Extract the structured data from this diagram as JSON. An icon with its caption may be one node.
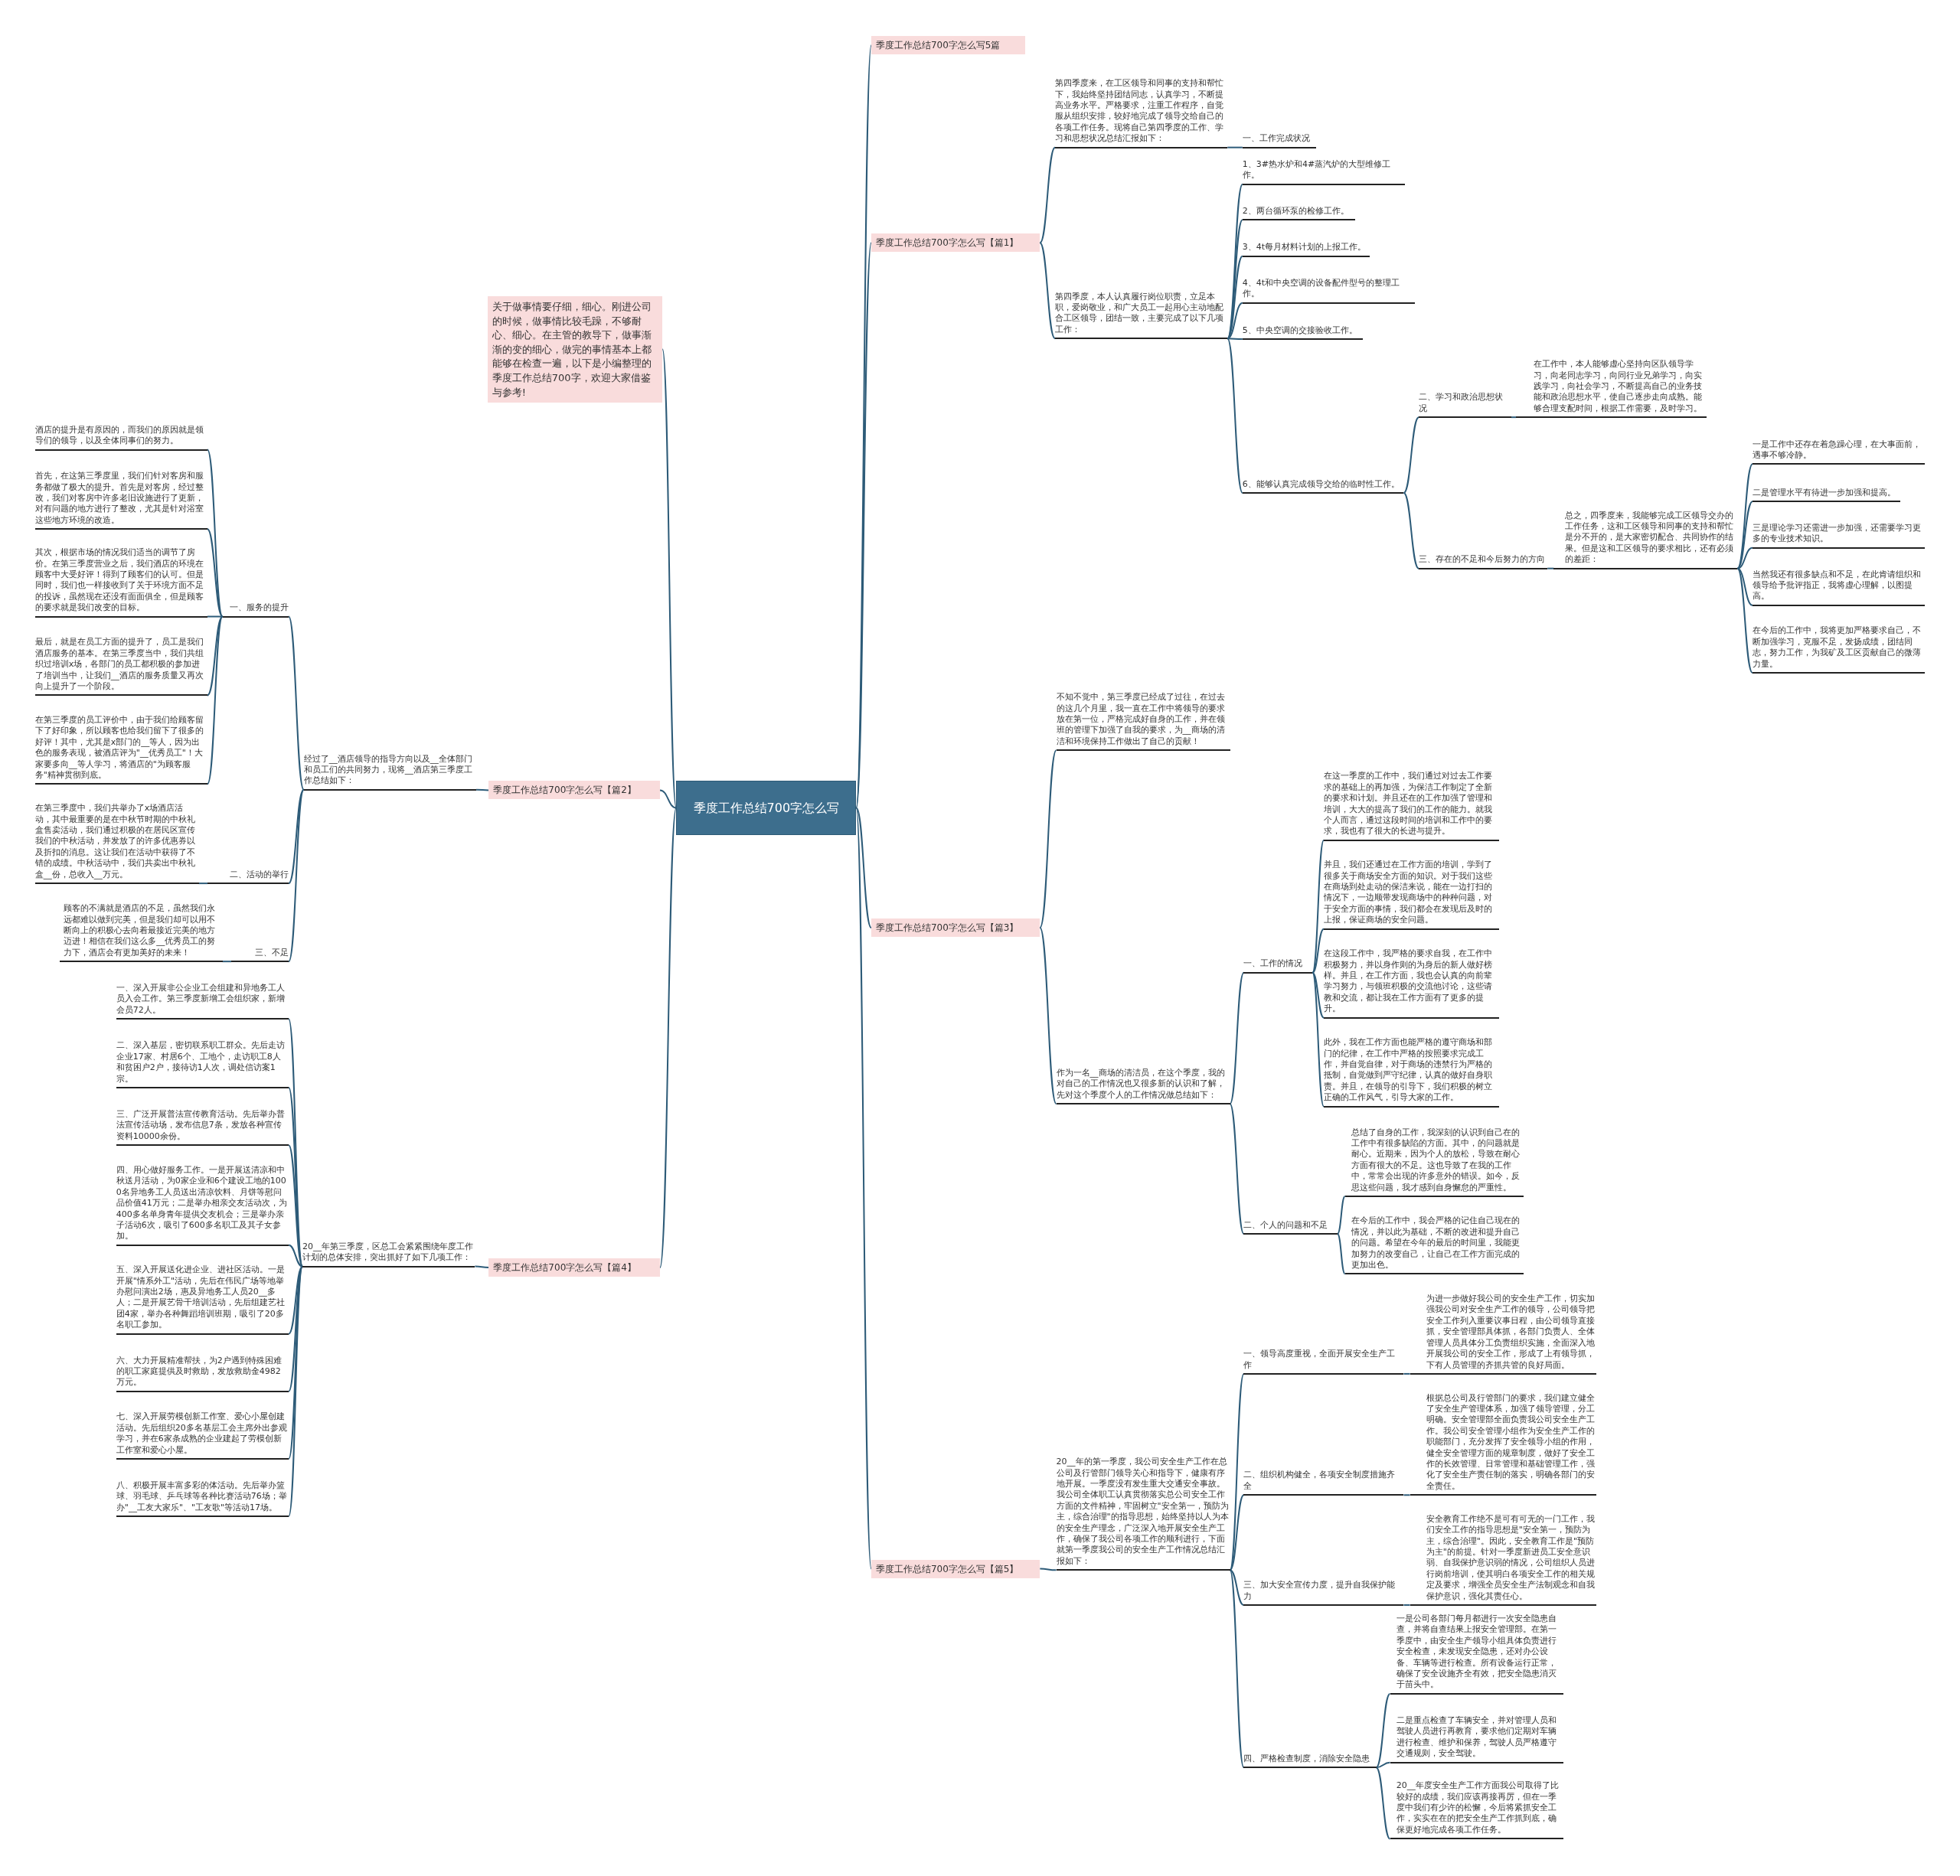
{
  "diagram": {
    "nodes": [
      {
        "text": [
          "季度工作总结700字怎么写"
        ]
      },
      {
        "text": [
          "季度工作总结700字怎么写5篇"
        ]
      },
      {
        "text": [
          "关于做事情要仔细，细心。刚进公司的时候，做事情比较毛躁，不够耐心、细心。在主管的教导下，做事渐渐的变的细心，做完的事情基本上都能够在检查一遍，以下是小编整理的季度工作总结700字，欢迎大家借鉴与参考!"
        ]
      },
      {
        "text": [
          "季度工作总结700字怎么写【篇1】"
        ]
      },
      {
        "text": [
          "季度工作总结700字怎么写【篇2】"
        ]
      },
      {
        "text": [
          "季度工作总结700字怎么写【篇3】"
        ]
      },
      {
        "text": [
          "季度工作总结700字怎么写【篇4】"
        ]
      },
      {
        "text": [
          "季度工作总结700字怎么写【篇5】"
        ]
      },
      {
        "text": [
          "第四季度来，在工区领导和同事的支持和帮忙下，我始终坚持团结同志，认真学习，不断提高业务水平。严格要求，注重工作程序，自觉服从组织安排，较好地完成了领导交给自己的各项工作任务。现将自己第四季度的工作、学习和思想状况总结汇报如下："
        ]
      },
      {
        "text": [
          "一、工作完成状况"
        ]
      },
      {
        "text": [
          "第四季度，本人认真履行岗位职责，立足本职，爱岗敬业，和广大员工一起用心主动地配合工区领导，团结一致，主要完成了以下几项工作："
        ]
      },
      {
        "text": [
          "1、3#热水炉和4#蒸汽炉的大型维修工作。"
        ]
      },
      {
        "text": [
          "2、两台循环泵的检修工作。"
        ]
      },
      {
        "text": [
          "3、4t每月材料计划的上报工作。"
        ]
      },
      {
        "text": [
          "4、4t和中央空调的设备配件型号的整理工作。"
        ]
      },
      {
        "text": [
          "5、中央空调的交接验收工作。"
        ]
      },
      {
        "text": [
          "6、能够认真完成领导交给的临时性工作。"
        ]
      },
      {
        "text": [
          "二、学习和政治思想状况"
        ]
      },
      {
        "text": [
          "在工作中，本人能够虚心坚持向区队领导学习，向老同志学习，向同行业兄弟学习，向实践学习，向社会学习，不断提高自己的业务技能和政治思想水平，使自己逐步走向成熟。能够合理支配时间，根据工作需要，及时学习。"
        ]
      },
      {
        "text": [
          "三、存在的不足和今后努力的方向"
        ]
      },
      {
        "text": [
          "总之，四季度来，我能够完成工区领导交办的工作任务，这和工区领导和同事的支持和帮忙是分不开的，是大家密切配合、共同协作的结果。但是这和工区领导的要求相比，还有必须的差距："
        ]
      },
      {
        "text": [
          "一是工作中还存在着急躁心理，在大事面前，遇事不够冷静。"
        ]
      },
      {
        "text": [
          "二是管理水平有待进一步加强和提高。"
        ]
      },
      {
        "text": [
          "三是理论学习还需进一步加强，还需要学习更多的专业技术知识。"
        ]
      },
      {
        "text": [
          "当然我还有很多缺点和不足，在此肯请组织和领导给予批评指正，我将虚心理解，以图提高。"
        ]
      },
      {
        "text": [
          "在今后的工作中，我将更加严格要求自己，不断加强学习，克服不足，发扬成绩，团结同志，努力工作，为我矿及工区贡献自己的微薄力量。"
        ]
      },
      {
        "text": [
          "经过了__酒店领导的指导方向以及__全体部门和员工们的共同努力，现将__酒店第三季度工作总结如下："
        ]
      },
      {
        "text": [
          "一、服务的提升"
        ]
      },
      {
        "text": [
          "酒店的提升是有原因的，而我们的原因就是领导们的领导，以及全体同事们的努力。"
        ]
      },
      {
        "text": [
          "首先，在这第三季度里，我们们针对客房和服务都做了极大的提升。首先是对客房，经过整改，我们对客房中许多老旧设施进行了更新，对有问题的地方进行了整改，尤其是针对浴室这些地方环境的改造。"
        ]
      },
      {
        "text": [
          "其次，根据市场的情况我们适当的调节了房价。在第三季度营业之后，我们酒店的环境在顾客中大受好评！得到了顾客们的认可。但是同时，我们也一样接收到了关于环境方面不足的投诉，虽然现在还没有面面俱全，但是顾客的要求就是我们改变的目标。"
        ]
      },
      {
        "text": [
          "最后，就是在员工方面的提升了，员工是我们酒店服务的基本。在第三季度当中，我们共组织过培训x场，各部门的员工都积极的参加进了培训当中，让我们__酒店的服务质量又再次向上提升了一个阶段。"
        ]
      },
      {
        "text": [
          "在第三季度的员工评价中，由于我们给顾客留下了好印象，所以顾客也给我们留下了很多的好评！其中，尤其是x部门的__等人，因为出色的服务表现，被酒店评为\"__优秀员工\"！大家要多向__等人学习，将酒店的\"为顾客服务\"精神贯彻到底。"
        ]
      },
      {
        "text": [
          "二、活动的举行"
        ]
      },
      {
        "text": [
          "在第三季度中，我们共举办了x场酒店活动，其中最重要的是在中秋节时期的中秋礼盒售卖活动，我们通过积极的在居民区宣传我们的中秋活动，并发放了的许多优惠券以及折扣的消息。这让我们在活动中获得了不错的成绩。中秋活动中，我们共卖出中秋礼盒__份，总收入__万元。"
        ]
      },
      {
        "text": [
          "三、不足"
        ]
      },
      {
        "text": [
          "顾客的不满就是酒店的不足，虽然我们永远都难以做到完美，但是我们却可以用不断向上的积极心去向着最接近完美的地方迈进！相信在我们这么多__优秀员工的努力下，酒店会有更加美好的未来！"
        ]
      },
      {
        "text": [
          "20__年第三季度，区总工会紧紧围绕年度工作计划的总体安排，突出抓好了如下几项工作："
        ]
      },
      {
        "text": [
          "一、深入开展非公企业工会组建和异地务工人员入会工作。第三季度新增工会组织家，新增会员72人。"
        ]
      },
      {
        "text": [
          "二、深入基层，密切联系职工群众。先后走访企业17家、村居6个、工地个，走访职工8人和贫困户2户，接待访1人次，调处信访案1宗。"
        ]
      },
      {
        "text": [
          "三、广泛开展普法宣传教育活动。先后举办普法宣传活动场，发布信息7条，发放各种宣传资料10000余份。"
        ]
      },
      {
        "text": [
          "四、用心做好服务工作。一是开展送清凉和中秋送月活动，为0家企业和6个建设工地的1000名异地务工人员送出清凉饮料、月饼等慰问品价值41万元；二是举办相亲交友活动次，为400多名单身青年提供交友机会；三是举办亲子活动6次，吸引了600多名职工及其子女参加。"
        ]
      },
      {
        "text": [
          "五、深入开展送化进企业、进社区活动。一是开展\"情系外工\"活动，先后在伟民广场等地举办慰问演出2场，惠及异地务工人员20__多人；二是开展艺骨干培训活动，先后组建艺社团4家，举办各种舞蹈培训班期，吸引了20多名职工参加。"
        ]
      },
      {
        "text": [
          "六、大力开展精准帮扶，为2户遇到特殊困难的职工家庭提供及时救助，发放救助金4982万元。"
        ]
      },
      {
        "text": [
          "七、深入开展劳模创新工作室、爱心小屋创建活动。先后组织20多名基层工会主席外出参观学习，并在6家条成熟的企业建起了劳模创新工作室和爱心小屋。"
        ]
      },
      {
        "text": [
          "八、积极开展丰富多彩的体活动。先后举办篮球、羽毛球、乒乓球等各种比赛活动76场；举办\"__工友大家乐\"、\"工友歌\"等活动17场。"
        ]
      },
      {
        "text": [
          "不知不觉中，第三季度已经成了过往，在过去的这几个月里，我一直在工作中将领导的要求放在第一位，严格完成好自身的工作，并在领班的管理下加强了自我的要求，为__商场的清洁和环境保持工作做出了自己的贡献！"
        ]
      },
      {
        "text": [
          "作为一名__商场的清洁员，在这个季度，我的对自己的工作情况也又很多新的认识和了解，先对这个季度个人的工作情况做总结如下："
        ]
      },
      {
        "text": [
          "一、工作的情况"
        ]
      },
      {
        "text": [
          "在这一季度的工作中，我们通过对过去工作要求的基础上的再加强，为保洁工作制定了全新的要求和计划。并且还在的工作加强了管理和培训，大大的提高了我们的工作的能力。就我个人而言，通过这段时间的培训和工作中的要求，我也有了很大的长进与提升。"
        ]
      },
      {
        "text": [
          "并且，我们还通过在工作方面的培训，学到了很多关于商场安全方面的知识。对于我们这些在商场到处走动的保洁来说，能在一边打扫的情况下，一边顺带发现商场中的种种问题，对于安全方面的事情，我们都会在发现后及时的上报，保证商场的安全问题。"
        ]
      },
      {
        "text": [
          "在这段工作中，我严格的要求自我，在工作中积极努力，并以身作则的为身后的新人做好榜样。并且，在工作方面，我也会认真的向前辈学习努力，与领班积极的交流他讨论，这些请教和交流，都让我在工作方面有了更多的提升。"
        ]
      },
      {
        "text": [
          "此外，我在工作方面也能严格的遵守商场和部门的纪律，在工作中严格的按照要求完成工作，并自觉自律，对于商场的违禁行为严格的抵制，自觉做到严守纪律，认真的做好自身职责。并且，在领导的引导下，我们积极的树立正确的工作风气，引导大家的工作。"
        ]
      },
      {
        "text": [
          "二、个人的问题和不足"
        ]
      },
      {
        "text": [
          "总结了自身的工作，我深刻的认识到自己在的工作中有很多缺陷的方面。其中，的问题就是耐心。近期来，因为个人的放松，导致在耐心方面有很大的不足。这也导致了在我的工作中，常常会出现的许多意外的错误。如今，反思这些问题，我才感到自身懈怠的严重性。"
        ]
      },
      {
        "text": [
          "在今后的工作中，我会严格的记住自己现在的情况，并以此为基础，不断的改进和提升自己的问题。希望在今年的最后的时间里，我能更加努力的改变自己，让自己在工作方面完成的更加出色。"
        ]
      },
      {
        "text": [
          "20__年的第一季度，我公司安全生产工作在总公司及行管部门领导关心和指导下，健康有序地开展。一季度没有发生重大交通安全事故。我公司全体职工认真贯彻落实总公司安全工作方面的文件精神，牢固树立\"安全第一，预防为主，综合治理\"的指导思想，始终坚持以人为本的安全生产理念，广泛深入地开展安全生产工作，确保了我公司各项工作的顺利进行，下面就第一季度我公司的安全生产工作情况总结汇报如下："
        ]
      },
      {
        "text": [
          "一、领导高度重视，全面开展安全生产工作"
        ]
      },
      {
        "text": [
          "为进一步做好我公司的安全生产工作，切实加强我公司对安全生产工作的领导，公司领导把安全工作列入重要议事日程，由公司领导直接抓，安全管理部具体抓，各部门负责人、全体管理人员具体分工负责组织实施，全面深入地开展我公司的安全工作，形成了上有领导抓，下有人员管理的齐抓共管的良好局面。"
        ]
      },
      {
        "text": [
          "二、组织机构健全，各项安全制度措施齐全"
        ]
      },
      {
        "text": [
          "根据总公司及行管部门的要求，我们建立健全了安全生产管理体系，加强了领导管理，分工明确。安全管理部全面负责我公司安全生产工作。我公司安全管理小组作为安全生产工作的职能部门，充分发挥了安全领导小组的作用，健全安全管理方面的规章制度，做好了安全工作的长效管理、日常管理和基础管理工作，强化了安全生产责任制的落实，明确各部门的安全责任。"
        ]
      },
      {
        "text": [
          "三、加大安全宣传力度，提升自我保护能力"
        ]
      },
      {
        "text": [
          "安全教育工作绝不是可有可无的一门工作，我们安全工作的指导思想是\"安全第一，预防为主，综合治理\"。因此，安全教育工作是\"预防为主\"的前提。针对一季度新进员工安全意识弱、自我保护意识弱的情况，公司组织人员进行岗前培训，使其明白各项安全工作的相关规定及要求，增强全员安全生产法制观念和自我保护意识，强化其责任心。"
        ]
      },
      {
        "text": [
          "四、严格检查制度，消除安全隐患"
        ]
      },
      {
        "text": [
          "一是公司各部门每月都进行一次安全隐患自查，并将自查结果上报安全管理部。在第一季度中，由安全生产领导小组具体负责进行安全检查，未发现安全隐患，还对办公设备、车辆等进行检查。所有设备运行正常，确保了安全设施齐全有效，把安全隐患消灭于苗头中。"
        ]
      },
      {
        "text": [
          "二是重点检查了车辆安全，并对管理人员和驾驶人员进行再教育，要求他们定期对车辆进行检查、维护和保养，驾驶人员严格遵守交通规则，安全驾驶。"
        ]
      },
      {
        "text": [
          "20__年度安全生产工作方面我公司取得了比较好的成绩，我们应该再接再厉，但在一季度中我们有少许的松懈，今后将紧抓安全工作，实实在在的把安全生产工作抓到底，确保更好地完成各项工作任务。"
        ]
      }
    ],
    "edges": [
      {
        "from": 0,
        "to": 1,
        "arrow": "none"
      },
      {
        "from": 0,
        "to": 2,
        "arrow": "none"
      },
      {
        "from": 0,
        "to": 3,
        "arrow": "none"
      },
      {
        "from": 0,
        "to": 4,
        "arrow": "none"
      },
      {
        "from": 0,
        "to": 5,
        "arrow": "none"
      },
      {
        "from": 0,
        "to": 6,
        "arrow": "none"
      },
      {
        "from": 0,
        "to": 7,
        "arrow": "none"
      },
      {
        "from": 3,
        "to": 8,
        "arrow": "none"
      },
      {
        "from": 8,
        "to": 9,
        "arrow": "none"
      },
      {
        "from": 3,
        "to": 10,
        "arrow": "none"
      },
      {
        "from": 10,
        "to": 11,
        "arrow": "none"
      },
      {
        "from": 10,
        "to": 12,
        "arrow": "none"
      },
      {
        "from": 10,
        "to": 13,
        "arrow": "none"
      },
      {
        "from": 10,
        "to": 14,
        "arrow": "none"
      },
      {
        "from": 10,
        "to": 15,
        "arrow": "none"
      },
      {
        "from": 10,
        "to": 16,
        "arrow": "none"
      },
      {
        "from": 16,
        "to": 17,
        "arrow": "none"
      },
      {
        "from": 17,
        "to": 18,
        "arrow": "none"
      },
      {
        "from": 16,
        "to": 19,
        "arrow": "none"
      },
      {
        "from": 19,
        "to": 20,
        "arrow": "none"
      },
      {
        "from": 20,
        "to": 21,
        "arrow": "none"
      },
      {
        "from": 20,
        "to": 22,
        "arrow": "none"
      },
      {
        "from": 20,
        "to": 23,
        "arrow": "none"
      },
      {
        "from": 20,
        "to": 24,
        "arrow": "none"
      },
      {
        "from": 20,
        "to": 25,
        "arrow": "none"
      },
      {
        "from": 4,
        "to": 26,
        "arrow": "none"
      },
      {
        "from": 26,
        "to": 27,
        "arrow": "none"
      },
      {
        "from": 27,
        "to": 28,
        "arrow": "none"
      },
      {
        "from": 27,
        "to": 29,
        "arrow": "none"
      },
      {
        "from": 27,
        "to": 30,
        "arrow": "none"
      },
      {
        "from": 27,
        "to": 31,
        "arrow": "none"
      },
      {
        "from": 27,
        "to": 32,
        "arrow": "none"
      },
      {
        "from": 26,
        "to": 33,
        "arrow": "none"
      },
      {
        "from": 33,
        "to": 34,
        "arrow": "none"
      },
      {
        "from": 26,
        "to": 35,
        "arrow": "none"
      },
      {
        "from": 35,
        "to": 36,
        "arrow": "none"
      },
      {
        "from": 6,
        "to": 37,
        "arrow": "none"
      },
      {
        "from": 37,
        "to": 38,
        "arrow": "none"
      },
      {
        "from": 37,
        "to": 39,
        "arrow": "none"
      },
      {
        "from": 37,
        "to": 40,
        "arrow": "none"
      },
      {
        "from": 37,
        "to": 41,
        "arrow": "none"
      },
      {
        "from": 37,
        "to": 42,
        "arrow": "none"
      },
      {
        "from": 37,
        "to": 43,
        "arrow": "none"
      },
      {
        "from": 37,
        "to": 44,
        "arrow": "none"
      },
      {
        "from": 37,
        "to": 45,
        "arrow": "none"
      },
      {
        "from": 5,
        "to": 46,
        "arrow": "none"
      },
      {
        "from": 5,
        "to": 47,
        "arrow": "none"
      },
      {
        "from": 47,
        "to": 48,
        "arrow": "none"
      },
      {
        "from": 48,
        "to": 49,
        "arrow": "none"
      },
      {
        "from": 48,
        "to": 50,
        "arrow": "none"
      },
      {
        "from": 48,
        "to": 51,
        "arrow": "none"
      },
      {
        "from": 48,
        "to": 52,
        "arrow": "none"
      },
      {
        "from": 47,
        "to": 53,
        "arrow": "none"
      },
      {
        "from": 53,
        "to": 54,
        "arrow": "none"
      },
      {
        "from": 53,
        "to": 55,
        "arrow": "none"
      },
      {
        "from": 7,
        "to": 56,
        "arrow": "none"
      },
      {
        "from": 56,
        "to": 57,
        "arrow": "none"
      },
      {
        "from": 57,
        "to": 58,
        "arrow": "none"
      },
      {
        "from": 56,
        "to": 59,
        "arrow": "none"
      },
      {
        "from": 59,
        "to": 60,
        "arrow": "none"
      },
      {
        "from": 56,
        "to": 61,
        "arrow": "none"
      },
      {
        "from": 61,
        "to": 62,
        "arrow": "none"
      },
      {
        "from": 56,
        "to": 63,
        "arrow": "none"
      },
      {
        "from": 63,
        "to": 64,
        "arrow": "none"
      },
      {
        "from": 63,
        "to": 65,
        "arrow": "none"
      },
      {
        "from": 63,
        "to": 66,
        "arrow": "none"
      }
    ]
  }
}
